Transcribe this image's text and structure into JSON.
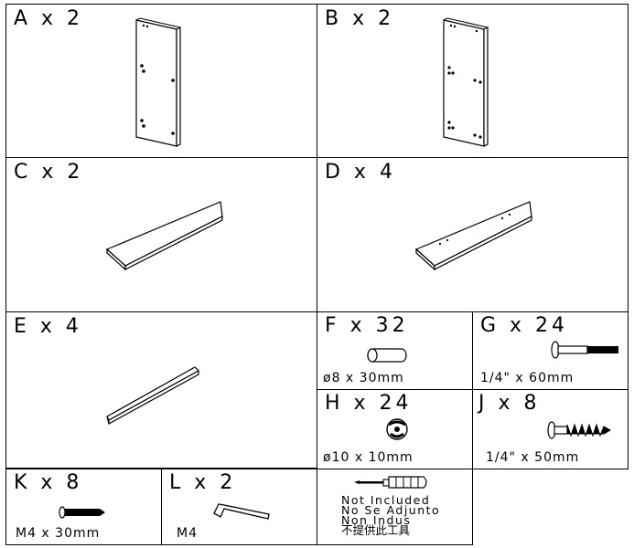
{
  "parts": {
    "A": {
      "label": "A x 2"
    },
    "B": {
      "label": "B x 2"
    },
    "C": {
      "label": "C x 2"
    },
    "D": {
      "label": "D x 4"
    },
    "E": {
      "label": "E x 4"
    },
    "F": {
      "label": "F x 32",
      "spec": "ø8 x 30mm"
    },
    "G": {
      "label": "G x 24",
      "spec": "1/4\" x 60mm"
    },
    "H": {
      "label": "H x 24",
      "spec": "ø10 x 10mm"
    },
    "J": {
      "label": "J x 8",
      "spec": "1/4\" x 50mm"
    },
    "K": {
      "label": "K x 8",
      "spec": "M4 x 30mm"
    },
    "L": {
      "label": "L x 2",
      "spec": "M4"
    }
  },
  "tool_note": {
    "lines": [
      "Not Included",
      "No Se Adjunto",
      "Non Indus",
      "不提供此工具"
    ]
  }
}
